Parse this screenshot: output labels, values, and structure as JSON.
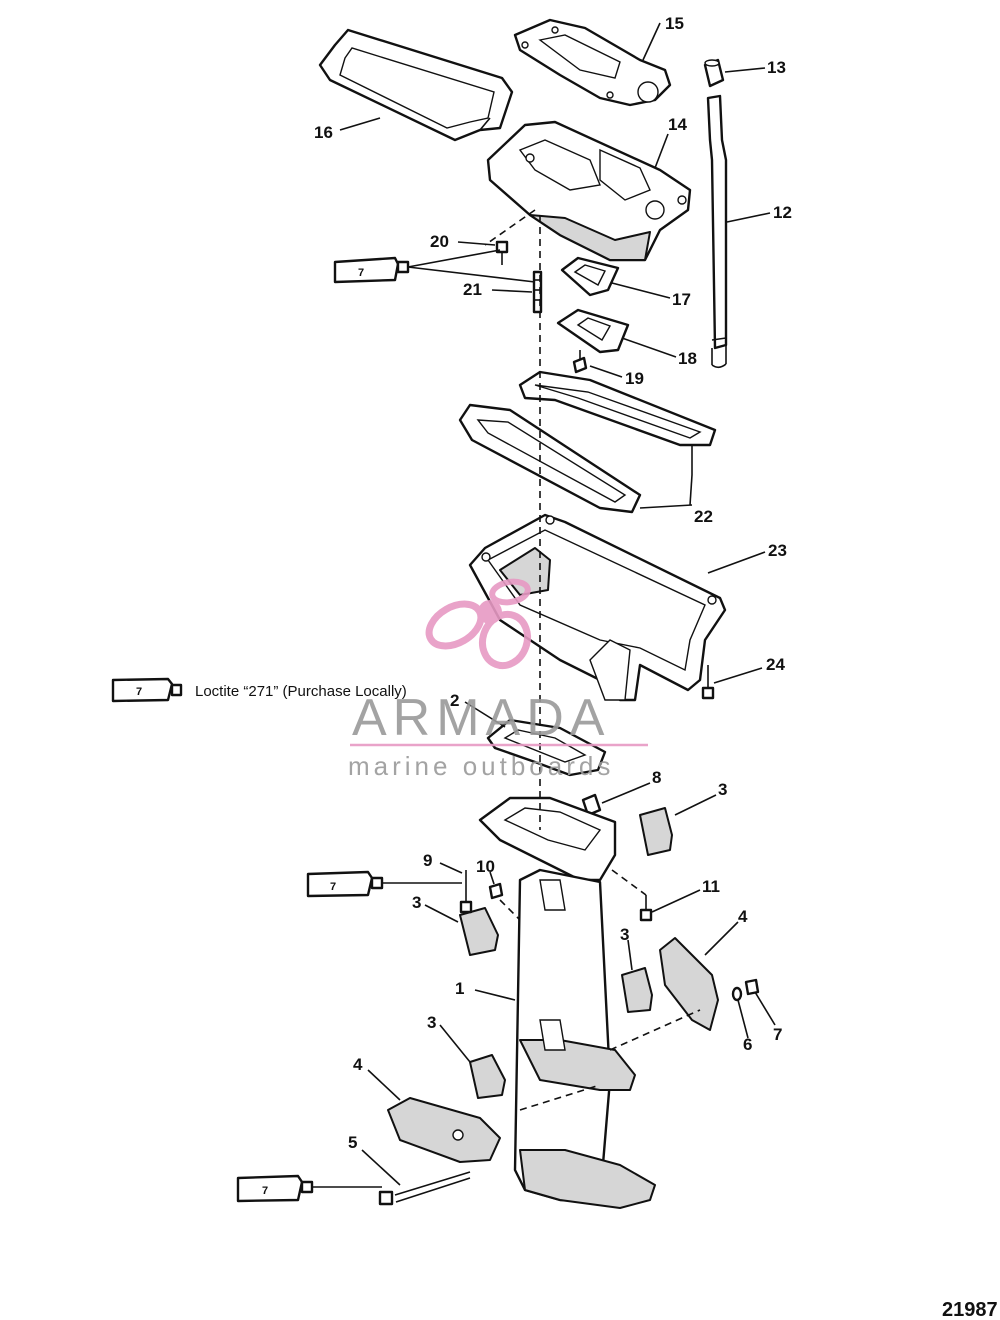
{
  "document_number": "21987",
  "legend": {
    "tube_number": "7",
    "text": "Loctite “271” (Purchase Locally)"
  },
  "watermark": {
    "brand": "ARMADA",
    "tagline": "marine outboards",
    "accent_color": "#e79ac4"
  },
  "callouts": {
    "c1": "1",
    "c2": "2",
    "c3a": "3",
    "c3b": "3",
    "c3c": "3",
    "c3d": "3",
    "c4a": "4",
    "c4b": "4",
    "c5": "5",
    "c6": "6",
    "c7": "7",
    "c8": "8",
    "c9": "9",
    "c10": "10",
    "c11": "11",
    "c12": "12",
    "c13": "13",
    "c14": "14",
    "c15": "15",
    "c16": "16",
    "c17": "17",
    "c18": "18",
    "c19": "19",
    "c20": "20",
    "c21": "21",
    "c22": "22",
    "c23": "23",
    "c24": "24"
  },
  "tube_labels": {
    "t20": "7",
    "t9": "7",
    "t5": "7"
  }
}
